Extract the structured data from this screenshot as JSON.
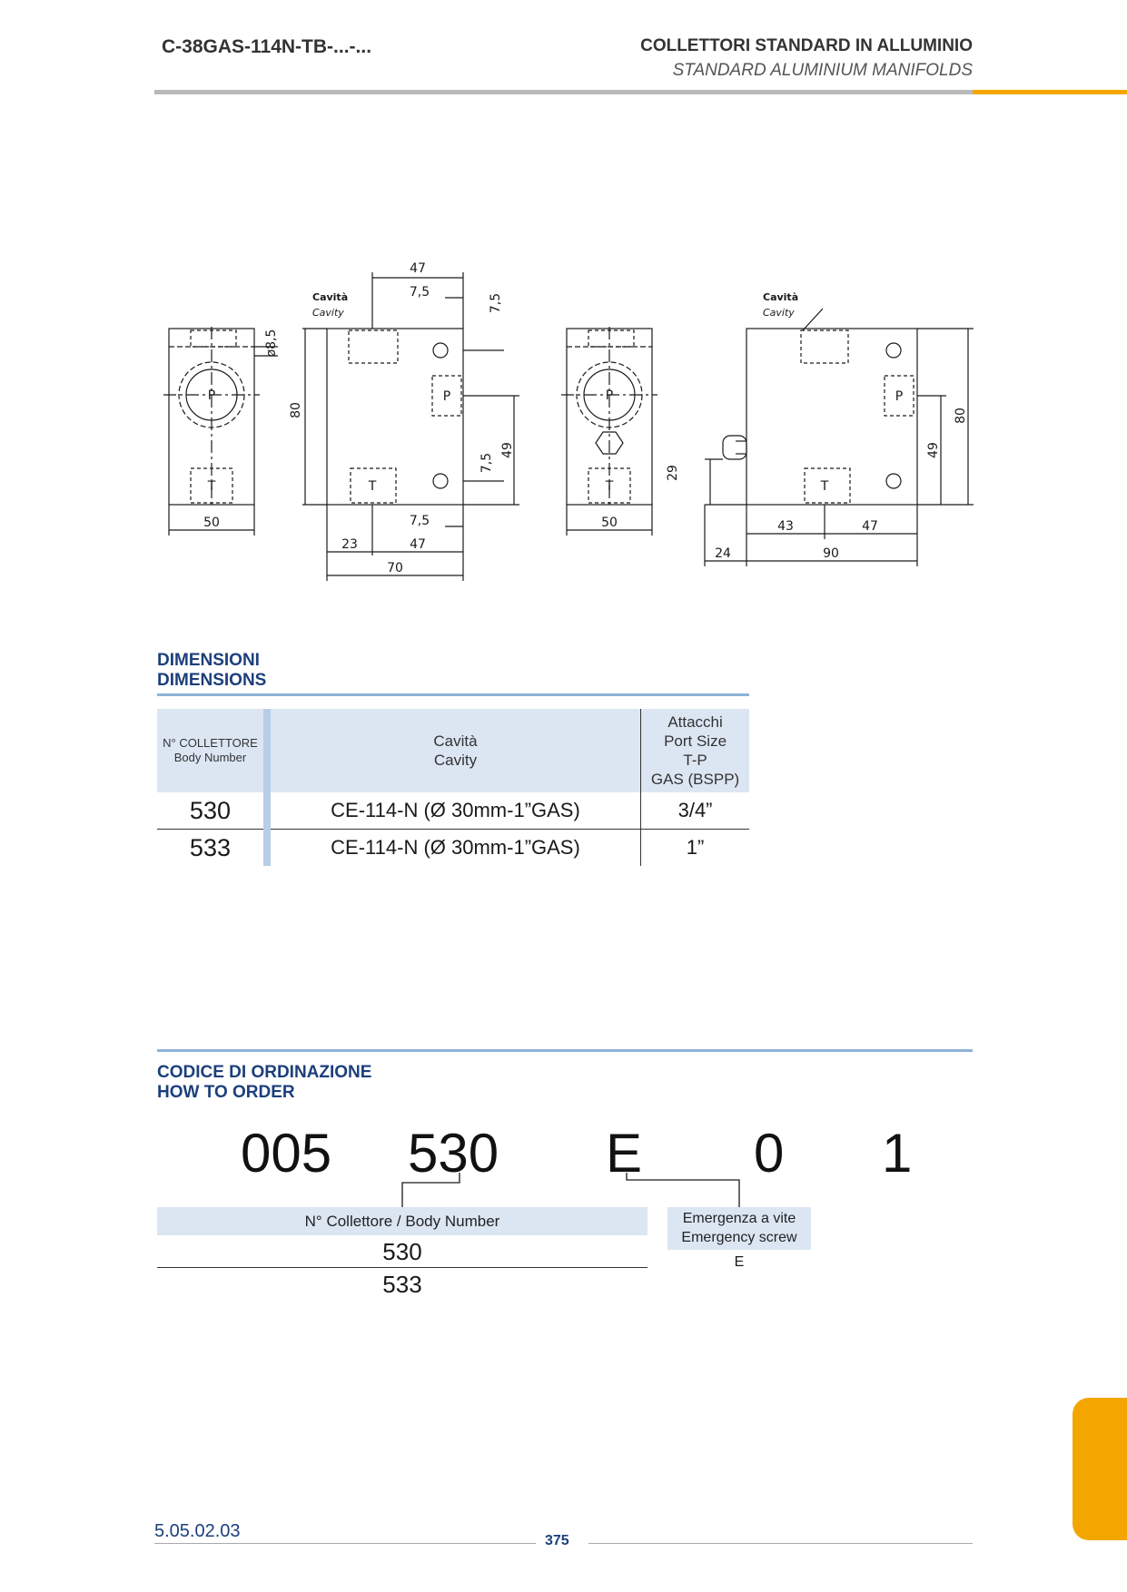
{
  "header": {
    "product_code": "C-38GAS-114N-TB-...-...",
    "title_it": "COLLETTORI STANDARD IN ALLUMINIO",
    "title_en": "STANDARD ALUMINIUM MANIFOLDS"
  },
  "drawing": {
    "cavity_label_it": "Cavità",
    "cavity_label_en": "Cavity",
    "port_p": "P",
    "port_t": "T",
    "dims": {
      "d47": "47",
      "d7_5": "7,5",
      "d8_5": "ø8,5",
      "d80": "80",
      "d49": "49",
      "d50": "50",
      "d23": "23",
      "d70": "70",
      "d29": "29",
      "d24": "24",
      "d90": "90",
      "d43": "43"
    }
  },
  "dimensions": {
    "title_it": "DIMENSIONI",
    "title_en": "DIMENSIONS",
    "headers": {
      "body_number_it": "N° COLLETTORE",
      "body_number_en": "Body Number",
      "cavity_it": "Cavità",
      "cavity_en": "Cavity",
      "ports_it": "Attacchi",
      "ports_en": "Port Size",
      "ports_tp": "T-P",
      "ports_thread": "GAS (BSPP)"
    },
    "rows": [
      {
        "body": "530",
        "cavity": "CE-114-N (Ø 30mm-1”GAS)",
        "port": "3/4”"
      },
      {
        "body": "533",
        "cavity": "CE-114-N (Ø 30mm-1”GAS)",
        "port": "1”"
      }
    ]
  },
  "ordering": {
    "title_it": "CODICE DI ORDINAZIONE",
    "title_en": "HOW TO ORDER",
    "code": [
      "005",
      "530",
      "E",
      "0",
      "1"
    ],
    "body_number_label": "N° Collettore / Body Number",
    "body_numbers": [
      "530",
      "533"
    ],
    "emergency_label_it": "Emergenza a vite",
    "emergency_label_en": "Emergency screw",
    "emergency_value": "E"
  },
  "footer": {
    "ref": "5.05.02.03",
    "page": "375"
  }
}
